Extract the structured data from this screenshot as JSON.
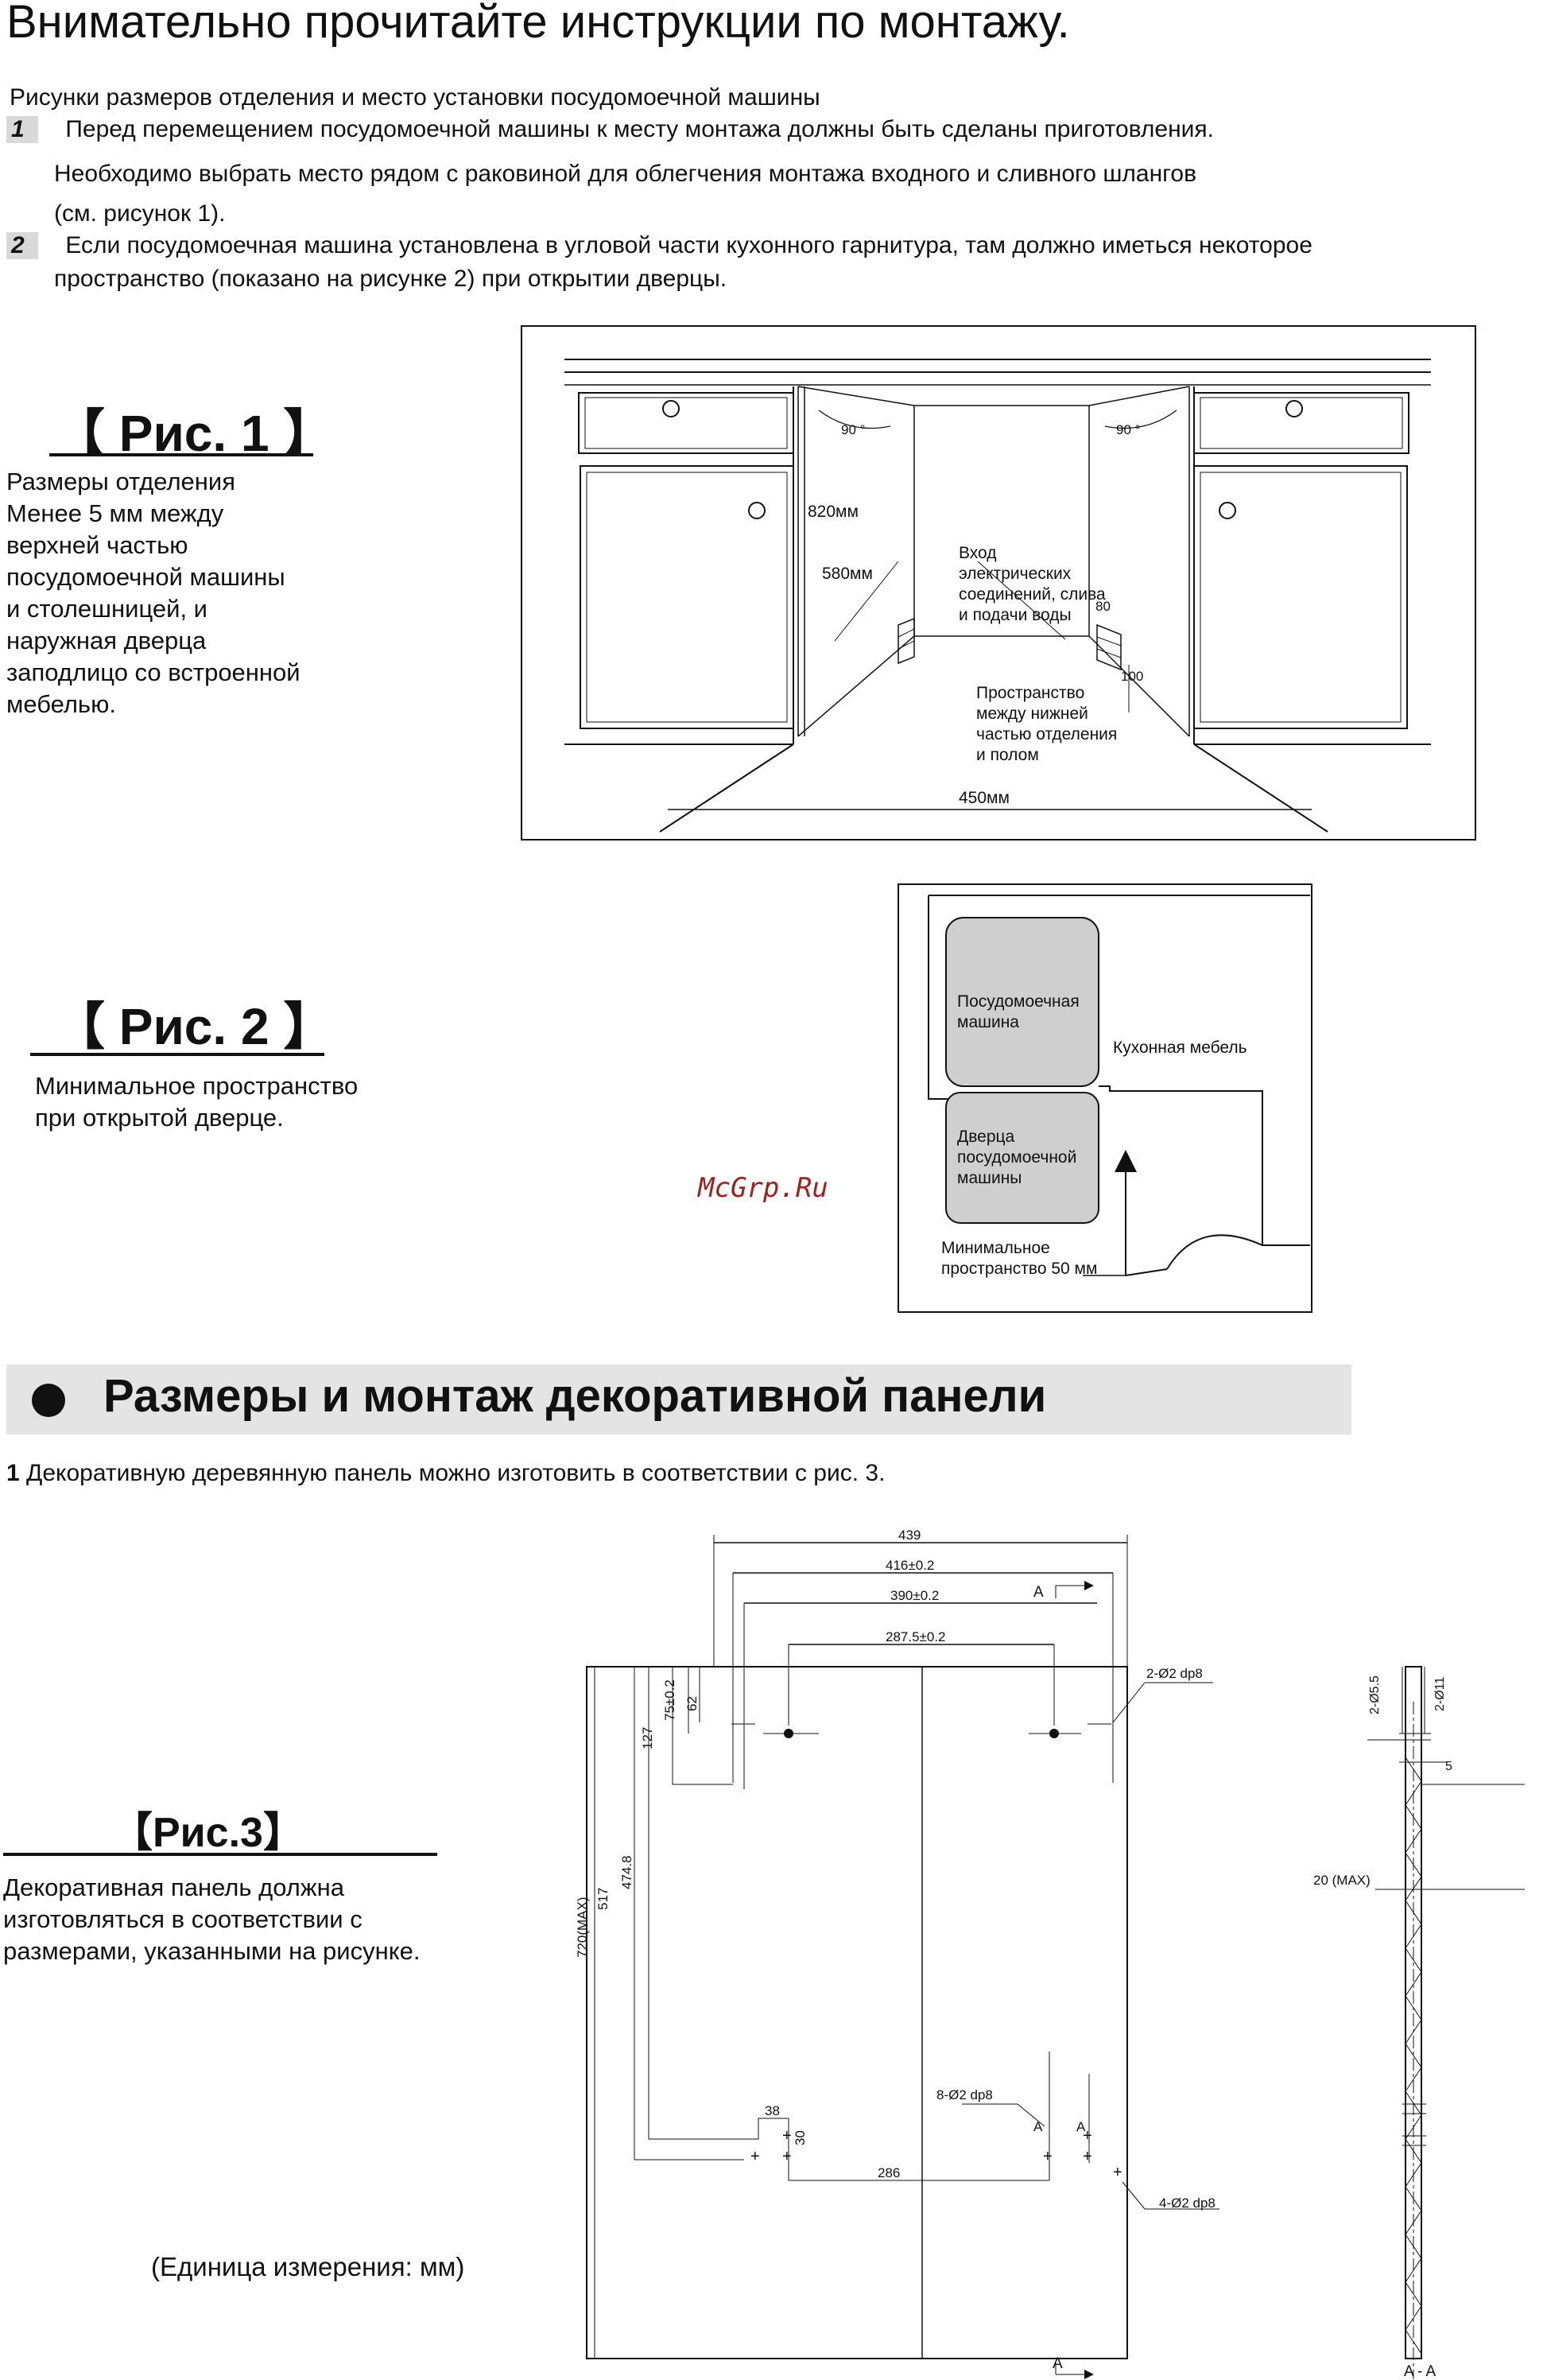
{
  "page_title": "Внимательно прочитайте инструкции по монтажу.",
  "intro": {
    "heading": "Рисунки размеров отделения и место установки посудомоечной машины",
    "item1_num": "1",
    "item1_line1": "Перед перемещением посудомоечной машины к месту монтажа должны быть сделаны приготовления.",
    "item1_line2": "Необходимо  выбрать место рядом с раковиной для облегчения монтажа входного и сливного шлангов",
    "item1_line3": "(см. рисунок 1).",
    "item2_num": "2",
    "item2_line1": "Если посудомоечная машина установлена в угловой части кухонного гарнитура, там должно иметься некоторое",
    "item2_line2": "пространство (показано на рисунке 2) при открытии дверцы."
  },
  "fig1": {
    "title": "【 Рис. 1 】",
    "desc_lines": [
      "Размеры отделения",
      "Менее 5 мм между",
      "верхней частью",
      "посудомоечной машины",
      "и столешницей, и",
      "наружная дверца",
      "заподлицо со встроенной",
      "мебелью."
    ],
    "angle_left": "90 °",
    "angle_right": "90 °",
    "dim_height": "820мм",
    "dim_depth": "580мм",
    "dim_width": "450мм",
    "dim_80": "80",
    "dim_100": "100",
    "label_entry": [
      "Вход",
      "электрических",
      "соединений, слива",
      "и подачи воды"
    ],
    "label_space": [
      "Пространство",
      "между нижней",
      "частью отделения",
      "и полом"
    ]
  },
  "fig2": {
    "title": "【 Рис. 2 】",
    "desc_lines": [
      "Минимальное пространство",
      "при открытой дверце."
    ],
    "dishwasher": [
      "Посудомоечная",
      "машина"
    ],
    "door": [
      "Дверца",
      "посудомоечной",
      "машины"
    ],
    "furniture": "Кухонная мебель",
    "min_space": [
      "Минимальное",
      "пространство 50 мм"
    ]
  },
  "watermark": "McGrp.Ru",
  "section": {
    "title": "Размеры и монтаж декоративной панели",
    "item1_num": "1",
    "item1_text": "Декоративную деревянную панель можно  изготовить  в соответствии с рис. 3."
  },
  "fig3": {
    "title": "【Рис.3】",
    "desc_lines": [
      "Декоративная панель должна",
      "изготовляться  в соответствии с",
      "размерами, указанными на рисунке."
    ],
    "units": "(Единица измерения: мм)",
    "dims": {
      "w439": "439",
      "w416": "416±0.2",
      "w390": "390±0.2",
      "w2875": "287.5±0.2",
      "h75": "75±0.2",
      "h62": "62",
      "h127": "127",
      "h4748": "474.8",
      "h517": "517",
      "h720": "720(MAX)",
      "d38": "38",
      "d30": "30",
      "d286": "286",
      "hole_top": "2-Ø2 dp8",
      "hole_mid": "8-Ø2 dp8",
      "hole_bot": "4-Ø2 dp8",
      "sec_55": "2-Ø5.5",
      "sec_11": "2-Ø11",
      "sec_5": "5",
      "sec_20": "20 (MAX)",
      "section_mark": "A",
      "section_label": "A - A"
    }
  }
}
